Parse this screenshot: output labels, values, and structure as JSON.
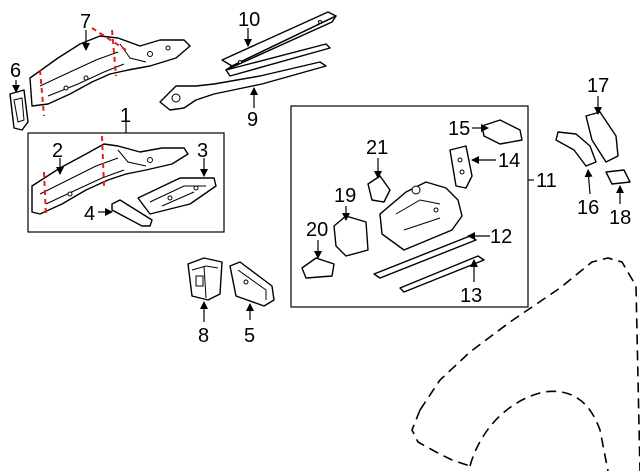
{
  "callouts": [
    "1",
    "2",
    "3",
    "4",
    "5",
    "6",
    "7",
    "8",
    "9",
    "10",
    "11",
    "12",
    "13",
    "14",
    "15",
    "16",
    "17",
    "18",
    "19",
    "20",
    "21"
  ],
  "colors": {
    "line": "#000000",
    "cut_line": "#e0201b",
    "background": "#ffffff"
  }
}
